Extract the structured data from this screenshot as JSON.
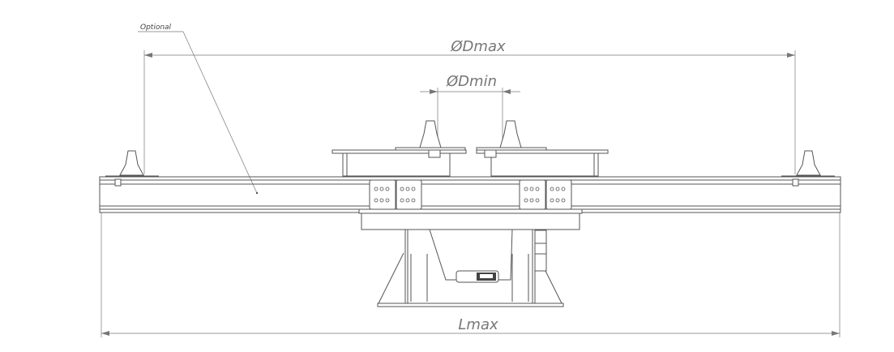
{
  "labels": {
    "optional": "Optional",
    "d_max": "ØDmax",
    "d_min": "ØDmin",
    "l_max": "Lmax"
  },
  "colors": {
    "line": "#555555",
    "dimension": "#777777"
  }
}
